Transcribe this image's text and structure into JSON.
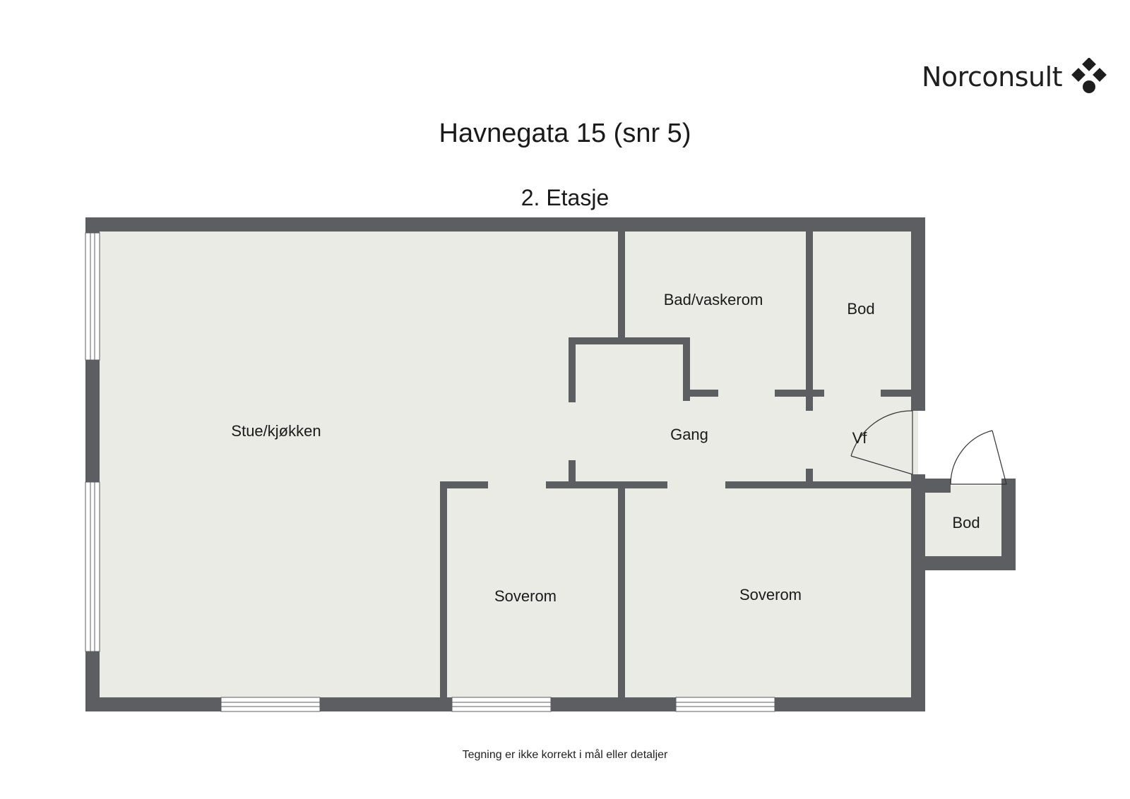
{
  "brand": {
    "name": "Norconsult"
  },
  "title": "Havnegata 15 (snr 5)",
  "floor": "2. Etasje",
  "rooms": {
    "living_kitchen": "Stue/kjøkken",
    "bath_laundry": "Bad/vaskerom",
    "storage_top": "Bod",
    "hall": "Gang",
    "entry": "Vf",
    "bedroom_left": "Soverom",
    "bedroom_right": "Soverom",
    "storage_outside": "Bod"
  },
  "disclaimer": "Tegning er ikke korrekt i mål eller detaljer",
  "colors": {
    "wall": "#5c5e62",
    "floor": "#ebebe5",
    "text": "#1a1a1a"
  }
}
